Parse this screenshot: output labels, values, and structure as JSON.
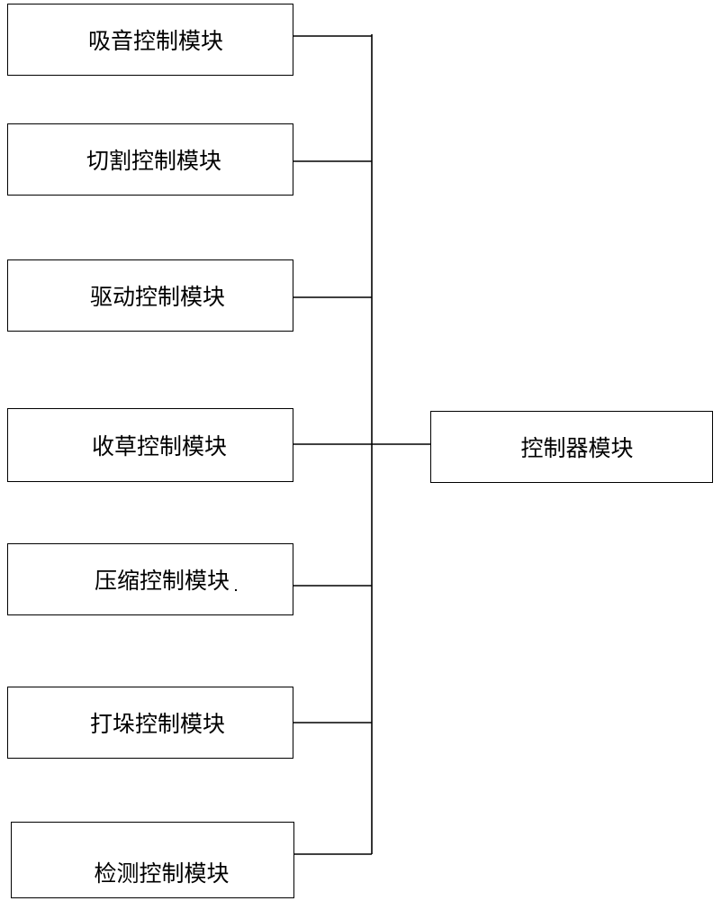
{
  "modules": [
    {
      "label": "吸音控制模块"
    },
    {
      "label": "切割控制模块"
    },
    {
      "label": "驱动控制模块"
    },
    {
      "label": "收草控制模块"
    },
    {
      "label": "压缩控制模块"
    },
    {
      "label": "打垛控制模块"
    },
    {
      "label": "检测控制模块"
    }
  ],
  "controller": {
    "label": "控制器模块"
  },
  "colors": {
    "line": "#000000",
    "background": "#ffffff"
  }
}
